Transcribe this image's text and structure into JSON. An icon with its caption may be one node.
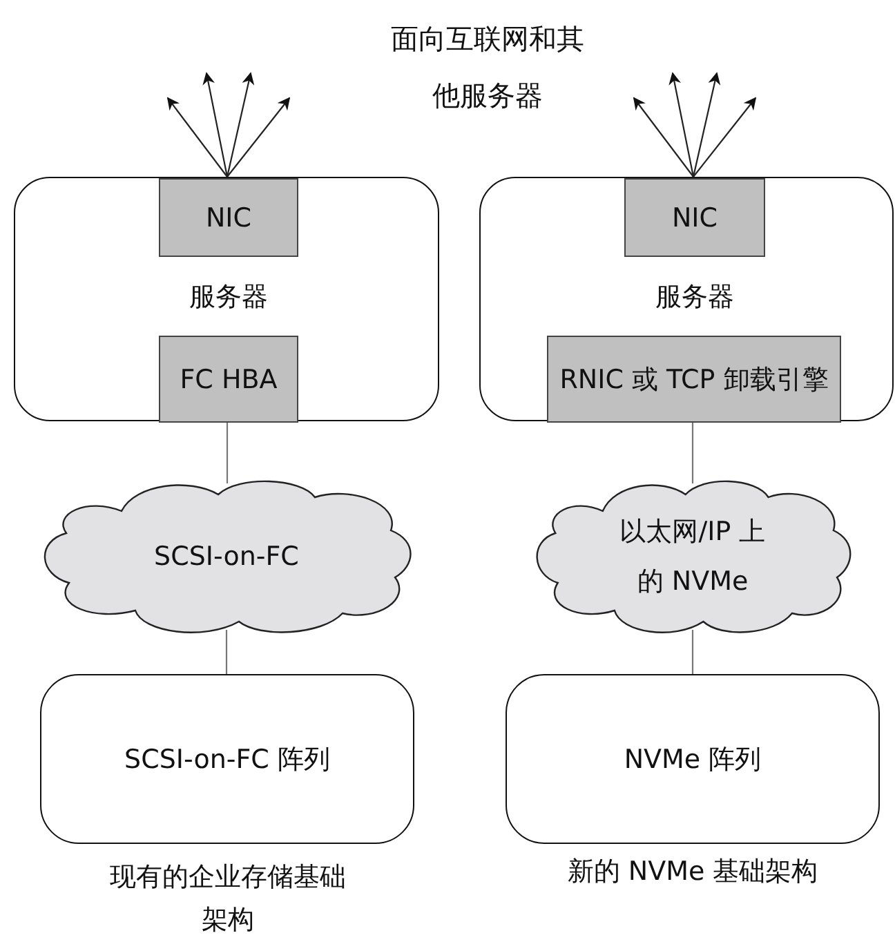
{
  "diagram": {
    "title": "面向互联网和其他服务器",
    "nodes": [
      {
        "text": [
          "服务器"
        ]
      },
      {
        "text": [
          "NIC"
        ],
        "in": 0
      },
      {
        "text": [
          "FC HBA"
        ],
        "in": 0
      },
      {
        "text": [
          "SCSI-on-FC"
        ]
      },
      {
        "text": [
          "SCSI-on-FC 阵列"
        ],
        "beside": [
          "现有的企业存储基础架构"
        ]
      },
      {
        "text": [
          "服务器"
        ]
      },
      {
        "text": [
          "NIC"
        ],
        "in": 5
      },
      {
        "text": [
          "RNIC 或 TCP 卸载引擎"
        ],
        "in": 5
      },
      {
        "text": [
          "以太网/IP 上的 NVMe"
        ]
      },
      {
        "text": [
          "NVMe 阵列"
        ],
        "beside": [
          "新的 NVMe 基础架构"
        ]
      }
    ],
    "edges": [
      {
        "from": 1,
        "to": null,
        "arrow": "to"
      },
      {
        "from": 1,
        "to": null,
        "arrow": "to"
      },
      {
        "from": 1,
        "to": null,
        "arrow": "to"
      },
      {
        "from": 1,
        "to": null,
        "arrow": "to"
      },
      {
        "from": 2,
        "to": 3,
        "arrow": "none"
      },
      {
        "from": 3,
        "to": 4,
        "arrow": "none"
      },
      {
        "from": 6,
        "to": null,
        "arrow": "to"
      },
      {
        "from": 6,
        "to": null,
        "arrow": "to"
      },
      {
        "from": 6,
        "to": null,
        "arrow": "to"
      },
      {
        "from": 6,
        "to": null,
        "arrow": "to"
      },
      {
        "from": 7,
        "to": 8,
        "arrow": "none"
      },
      {
        "from": 8,
        "to": 9,
        "arrow": "none"
      }
    ]
  }
}
